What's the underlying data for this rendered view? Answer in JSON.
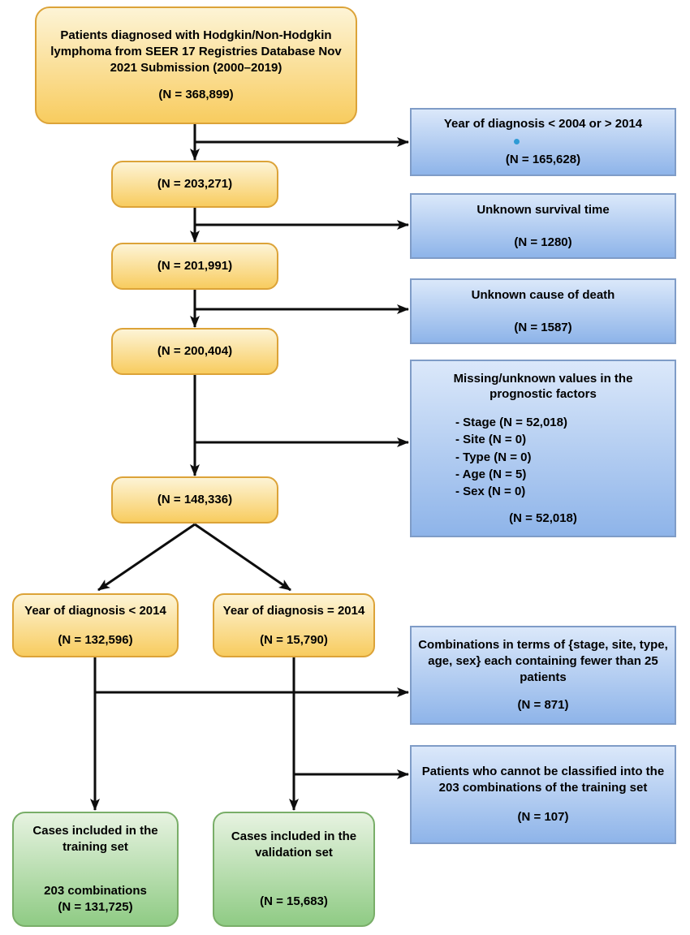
{
  "boxes": {
    "source": {
      "text": "Patients diagnosed with Hodgkin/Non-Hodgkin lymphoma from SEER 17 Registries Database Nov 2021 Submission (2000–2019)",
      "n": "(N = 368,899)"
    },
    "excl_year": {
      "text": "Year of diagnosis < 2004 or > 2014",
      "n": "(N = 165,628)"
    },
    "count1": {
      "n": "(N = 203,271)"
    },
    "excl_survival": {
      "text": "Unknown survival time",
      "n": "(N = 1280)"
    },
    "count2": {
      "n": "(N = 201,991)"
    },
    "excl_death": {
      "text": "Unknown cause of death",
      "n": "(N = 1587)"
    },
    "count3": {
      "n": "(N = 200,404)"
    },
    "excl_missing": {
      "title": "Missing/unknown values in the prognostic factors",
      "items": [
        "- Stage (N = 52,018)",
        "- Site (N = 0)",
        "- Type (N = 0)",
        "- Age (N = 5)",
        "- Sex (N = 0)"
      ],
      "n": "(N = 52,018)"
    },
    "count4": {
      "n": "(N = 148,336)"
    },
    "split_train": {
      "text": "Year of diagnosis < 2014",
      "n": "(N = 132,596)"
    },
    "split_valid": {
      "text": "Year of diagnosis = 2014",
      "n": "(N = 15,790)"
    },
    "excl_combinations": {
      "text": "Combinations in terms of {stage, site, type, age, sex} each containing fewer than 25 patients",
      "n": "(N = 871)"
    },
    "excl_unclassified": {
      "text": "Patients who cannot be classified into the 203 combinations of the training set",
      "n": "(N = 107)"
    },
    "final_train": {
      "text": "Cases included in the training set",
      "sub": "203 combinations",
      "n": "(N = 131,725)"
    },
    "final_valid": {
      "text": "Cases included in the validation set",
      "n": "(N = 15,683)"
    }
  },
  "colors": {
    "yellow_top": "#FDF4D6",
    "yellow_bottom": "#F8CC5F",
    "yellow_border": "#DCA338",
    "blue_top": "#DBE8FA",
    "blue_bottom": "#8EB4E9",
    "blue_border": "#7F9CC7",
    "green_top": "#E7F3E1",
    "green_bottom": "#8FCB84",
    "green_border": "#79AE68",
    "arrow": "#0D0D0D",
    "dot": "#2E9BD5",
    "text": "#000000"
  }
}
